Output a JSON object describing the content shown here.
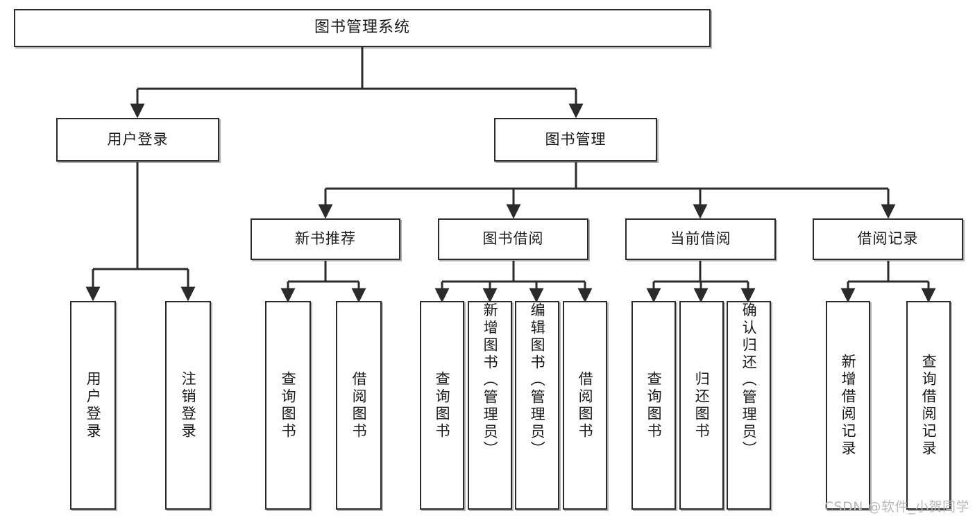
{
  "diagram": {
    "type": "tree-hierarchy-chart",
    "title": "图书管理系统",
    "colors": {
      "box_border": "#2b2b2b",
      "box_fill": "#ffffff",
      "edge": "#2b2b2b",
      "text": "#1a1a1a",
      "watermark": "#b9b9b9"
    },
    "nodes": {
      "root": {
        "label": "图书管理系统"
      },
      "level2": [
        {
          "id": "user-login",
          "label": "用户登录"
        },
        {
          "id": "book-management",
          "label": "图书管理"
        }
      ],
      "level3": [
        {
          "id": "new-book-recommend",
          "label": "新书推荐"
        },
        {
          "id": "book-borrow",
          "label": "图书借阅"
        },
        {
          "id": "current-borrow",
          "label": "当前借阅"
        },
        {
          "id": "borrow-record",
          "label": "借阅记录"
        }
      ],
      "leaves": {
        "user_login": [
          {
            "id": "leaf-user-login",
            "label": "用户登录"
          },
          {
            "id": "leaf-logout-login",
            "label": "注销登录"
          }
        ],
        "new_book_recommend": [
          {
            "id": "leaf-query-book-1",
            "label": "查询图书"
          },
          {
            "id": "leaf-borrow-book-1",
            "label": "借阅图书"
          }
        ],
        "book_borrow": [
          {
            "id": "leaf-query-book-2",
            "label": "查询图书"
          },
          {
            "id": "leaf-add-book-admin",
            "label": "新增图书（管理员）"
          },
          {
            "id": "leaf-edit-book-admin",
            "label": "编辑图书（管理员）"
          },
          {
            "id": "leaf-borrow-book-2",
            "label": "借阅图书"
          }
        ],
        "current_borrow": [
          {
            "id": "leaf-query-book-3",
            "label": "查询图书"
          },
          {
            "id": "leaf-return-book",
            "label": "归还图书"
          },
          {
            "id": "leaf-confirm-return-admin",
            "label": "确认归还（管理员）"
          }
        ],
        "borrow_record": [
          {
            "id": "leaf-add-borrow-record",
            "label": "新增借阅记录"
          },
          {
            "id": "leaf-query-borrow-record",
            "label": "查询借阅记录"
          }
        ]
      }
    },
    "watermark": "CSDN @软件_小贺同学"
  }
}
